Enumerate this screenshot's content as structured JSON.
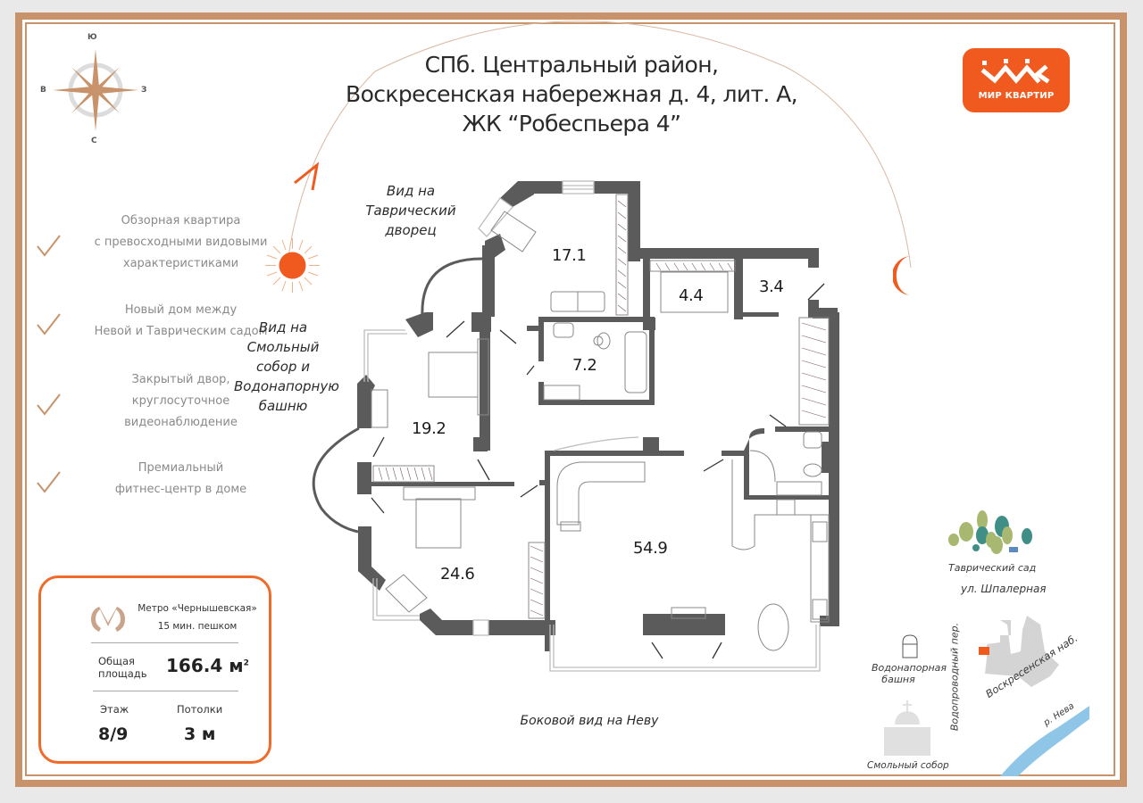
{
  "header": {
    "title_lines": [
      "СПб. Центральный район,",
      "Воскресенская набережная д. 4, лит. А,",
      "ЖК “Робеспьера 4”"
    ]
  },
  "logo": {
    "brand": "МИР КВАРТИР",
    "color": "#f15a1f"
  },
  "compass": {
    "north_top": "Ю",
    "west": "В",
    "east": "З",
    "south_bottom": "С"
  },
  "features": [
    {
      "lines": [
        "Обзорная квартира",
        "с превосходными видовыми",
        "характеристиками"
      ]
    },
    {
      "lines": [
        "Новый дом между",
        "Невой и Таврическим садом"
      ]
    },
    {
      "lines": [
        "Закрытый двор,",
        "круглосуточное",
        "видеонаблюдение"
      ]
    },
    {
      "lines": [
        "Премиальный",
        "фитнес-центр в доме"
      ]
    }
  ],
  "views": {
    "tavrichesky": [
      "Вид на",
      "Таврический",
      "дворец"
    ],
    "smolny": [
      "Вид на",
      "Смольный",
      "собор и",
      "Водонапорную",
      "башню"
    ],
    "neva": "Боковой вид на Неву"
  },
  "rooms": [
    {
      "id": "bedroom-1",
      "area": "17.1"
    },
    {
      "id": "wardrobe",
      "area": "4.4"
    },
    {
      "id": "storage",
      "area": "3.4"
    },
    {
      "id": "bathroom",
      "area": "7.2"
    },
    {
      "id": "bedroom-2",
      "area": "19.2"
    },
    {
      "id": "bedroom-3",
      "area": "24.6"
    },
    {
      "id": "living-kitchen",
      "area": "54.9"
    }
  ],
  "info": {
    "metro_line1": "Метро «Чернышевская»",
    "metro_line2": "15 мин. пешком",
    "area_label_1": "Общая",
    "area_label_2": "площадь",
    "area_value": "166.4 м",
    "area_unit_sup": "2",
    "floor_label": "Этаж",
    "floor_value": "8/9",
    "ceiling_label": "Потолки",
    "ceiling_value": "3 м"
  },
  "map": {
    "park": "Таврический сад",
    "street_top": "ул. Шпалерная",
    "street_side": "Водопроводный пер.",
    "embankment": "Воскресенская наб.",
    "river": "р. Нева",
    "tower": [
      "Водонапорная",
      "башня"
    ],
    "cathedral": "Смольный собор"
  },
  "colors": {
    "accent": "#f15a1f",
    "frame": "#c8936a",
    "wall": "#5a5a5a"
  }
}
